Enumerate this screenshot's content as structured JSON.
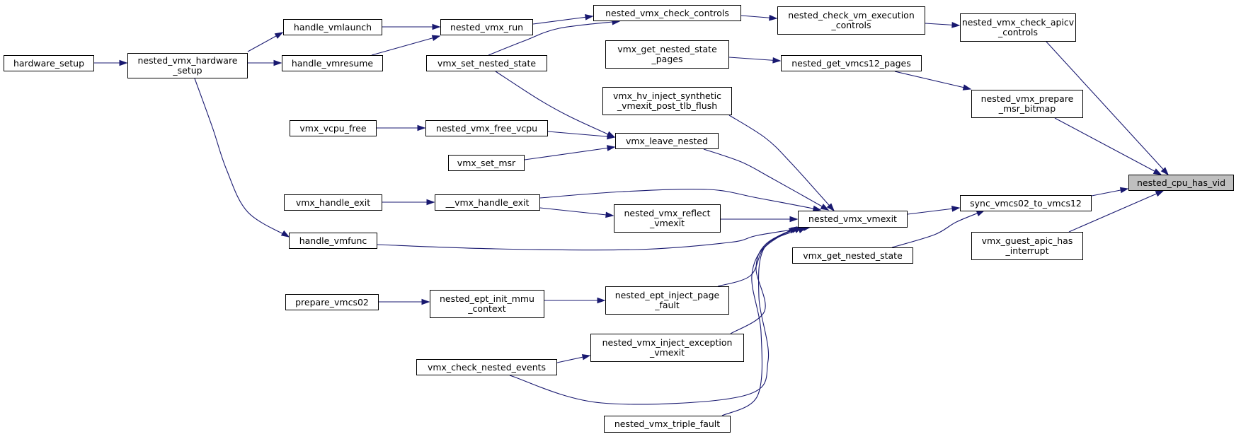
{
  "graph": {
    "edge_color": "#191970",
    "focus_color": "#bfbfbf",
    "focus_node": "nested_cpu_has_vid",
    "nodes": [
      {
        "id": "nested_cpu_has_vid",
        "lines": [
          "nested_cpu_has_vid"
        ]
      },
      {
        "id": "nested_vmx_check_apicv_controls",
        "lines": [
          "nested_vmx_check_apicv",
          "_controls"
        ]
      },
      {
        "id": "nested_vmx_prepare_msr_bitmap",
        "lines": [
          "nested_vmx_prepare",
          "_msr_bitmap"
        ]
      },
      {
        "id": "sync_vmcs02_to_vmcs12",
        "lines": [
          "sync_vmcs02_to_vmcs12"
        ]
      },
      {
        "id": "vmx_guest_apic_has_interrupt",
        "lines": [
          "vmx_guest_apic_has",
          "_interrupt"
        ]
      },
      {
        "id": "nested_check_vm_execution_controls",
        "lines": [
          "nested_check_vm_execution",
          "_controls"
        ]
      },
      {
        "id": "nested_get_vmcs12_pages",
        "lines": [
          "nested_get_vmcs12_pages"
        ]
      },
      {
        "id": "nested_vmx_vmexit",
        "lines": [
          "nested_vmx_vmexit"
        ]
      },
      {
        "id": "vmx_get_nested_state",
        "lines": [
          "vmx_get_nested_state"
        ]
      },
      {
        "id": "nested_vmx_check_controls",
        "lines": [
          "nested_vmx_check_controls"
        ]
      },
      {
        "id": "vmx_get_nested_state_pages",
        "lines": [
          "vmx_get_nested_state",
          "_pages"
        ]
      },
      {
        "id": "vmx_hv_inject_synthetic_vmexit_post_tlb_flush",
        "lines": [
          "vmx_hv_inject_synthetic",
          "_vmexit_post_tlb_flush"
        ]
      },
      {
        "id": "vmx_leave_nested",
        "lines": [
          "vmx_leave_nested"
        ]
      },
      {
        "id": "nested_vmx_reflect_vmexit",
        "lines": [
          "nested_vmx_reflect",
          "_vmexit"
        ]
      },
      {
        "id": "nested_ept_inject_page_fault",
        "lines": [
          "nested_ept_inject_page",
          "_fault"
        ]
      },
      {
        "id": "nested_vmx_inject_exception_vmexit",
        "lines": [
          "nested_vmx_inject_exception",
          "_vmexit"
        ]
      },
      {
        "id": "nested_vmx_triple_fault",
        "lines": [
          "nested_vmx_triple_fault"
        ]
      },
      {
        "id": "nested_vmx_run",
        "lines": [
          "nested_vmx_run"
        ]
      },
      {
        "id": "vmx_set_nested_state",
        "lines": [
          "vmx_set_nested_state"
        ]
      },
      {
        "id": "nested_vmx_free_vcpu",
        "lines": [
          "nested_vmx_free_vcpu"
        ]
      },
      {
        "id": "__vmx_handle_exit",
        "lines": [
          "__vmx_handle_exit"
        ]
      },
      {
        "id": "nested_ept_init_mmu_context",
        "lines": [
          "nested_ept_init_mmu",
          "_context"
        ]
      },
      {
        "id": "vmx_check_nested_events",
        "lines": [
          "vmx_check_nested_events"
        ]
      },
      {
        "id": "handle_vmlaunch",
        "lines": [
          "handle_vmlaunch"
        ]
      },
      {
        "id": "handle_vmresume",
        "lines": [
          "handle_vmresume"
        ]
      },
      {
        "id": "vmx_vcpu_free",
        "lines": [
          "vmx_vcpu_free"
        ]
      },
      {
        "id": "vmx_set_msr",
        "lines": [
          "vmx_set_msr"
        ]
      },
      {
        "id": "vmx_handle_exit",
        "lines": [
          "vmx_handle_exit"
        ]
      },
      {
        "id": "handle_vmfunc",
        "lines": [
          "handle_vmfunc"
        ]
      },
      {
        "id": "prepare_vmcs02",
        "lines": [
          "prepare_vmcs02"
        ]
      },
      {
        "id": "nested_vmx_hardware_setup",
        "lines": [
          "nested_vmx_hardware",
          "_setup"
        ]
      },
      {
        "id": "hardware_setup",
        "lines": [
          "hardware_setup"
        ]
      }
    ],
    "edges": [
      {
        "from": "nested_vmx_check_apicv_controls",
        "to": "nested_cpu_has_vid"
      },
      {
        "from": "nested_vmx_prepare_msr_bitmap",
        "to": "nested_cpu_has_vid"
      },
      {
        "from": "sync_vmcs02_to_vmcs12",
        "to": "nested_cpu_has_vid"
      },
      {
        "from": "vmx_guest_apic_has_interrupt",
        "to": "nested_cpu_has_vid"
      },
      {
        "from": "nested_check_vm_execution_controls",
        "to": "nested_vmx_check_apicv_controls"
      },
      {
        "from": "nested_get_vmcs12_pages",
        "to": "nested_vmx_prepare_msr_bitmap"
      },
      {
        "from": "nested_vmx_vmexit",
        "to": "sync_vmcs02_to_vmcs12"
      },
      {
        "from": "vmx_get_nested_state",
        "to": "sync_vmcs02_to_vmcs12"
      },
      {
        "from": "nested_vmx_check_controls",
        "to": "nested_check_vm_execution_controls"
      },
      {
        "from": "vmx_get_nested_state_pages",
        "to": "nested_get_vmcs12_pages"
      },
      {
        "from": "vmx_hv_inject_synthetic_vmexit_post_tlb_flush",
        "to": "nested_vmx_vmexit"
      },
      {
        "from": "vmx_leave_nested",
        "to": "nested_vmx_vmexit"
      },
      {
        "from": "__vmx_handle_exit",
        "to": "nested_vmx_vmexit"
      },
      {
        "from": "nested_vmx_reflect_vmexit",
        "to": "nested_vmx_vmexit"
      },
      {
        "from": "handle_vmfunc",
        "to": "nested_vmx_vmexit"
      },
      {
        "from": "nested_ept_inject_page_fault",
        "to": "nested_vmx_vmexit"
      },
      {
        "from": "nested_vmx_inject_exception_vmexit",
        "to": "nested_vmx_vmexit"
      },
      {
        "from": "vmx_check_nested_events",
        "to": "nested_vmx_vmexit"
      },
      {
        "from": "nested_vmx_triple_fault",
        "to": "nested_vmx_vmexit"
      },
      {
        "from": "nested_vmx_run",
        "to": "nested_vmx_check_controls"
      },
      {
        "from": "vmx_set_nested_state",
        "to": "nested_vmx_check_controls"
      },
      {
        "from": "vmx_set_nested_state",
        "to": "vmx_leave_nested"
      },
      {
        "from": "nested_vmx_free_vcpu",
        "to": "vmx_leave_nested"
      },
      {
        "from": "vmx_set_msr",
        "to": "vmx_leave_nested"
      },
      {
        "from": "__vmx_handle_exit",
        "to": "nested_vmx_reflect_vmexit"
      },
      {
        "from": "nested_ept_init_mmu_context",
        "to": "nested_ept_inject_page_fault"
      },
      {
        "from": "vmx_check_nested_events",
        "to": "nested_vmx_inject_exception_vmexit"
      },
      {
        "from": "handle_vmlaunch",
        "to": "nested_vmx_run"
      },
      {
        "from": "handle_vmresume",
        "to": "nested_vmx_run"
      },
      {
        "from": "vmx_vcpu_free",
        "to": "nested_vmx_free_vcpu"
      },
      {
        "from": "vmx_handle_exit",
        "to": "__vmx_handle_exit"
      },
      {
        "from": "prepare_vmcs02",
        "to": "nested_ept_init_mmu_context"
      },
      {
        "from": "nested_vmx_hardware_setup",
        "to": "handle_vmlaunch"
      },
      {
        "from": "nested_vmx_hardware_setup",
        "to": "handle_vmresume"
      },
      {
        "from": "nested_vmx_hardware_setup",
        "to": "handle_vmfunc"
      },
      {
        "from": "hardware_setup",
        "to": "nested_vmx_hardware_setup"
      }
    ]
  }
}
